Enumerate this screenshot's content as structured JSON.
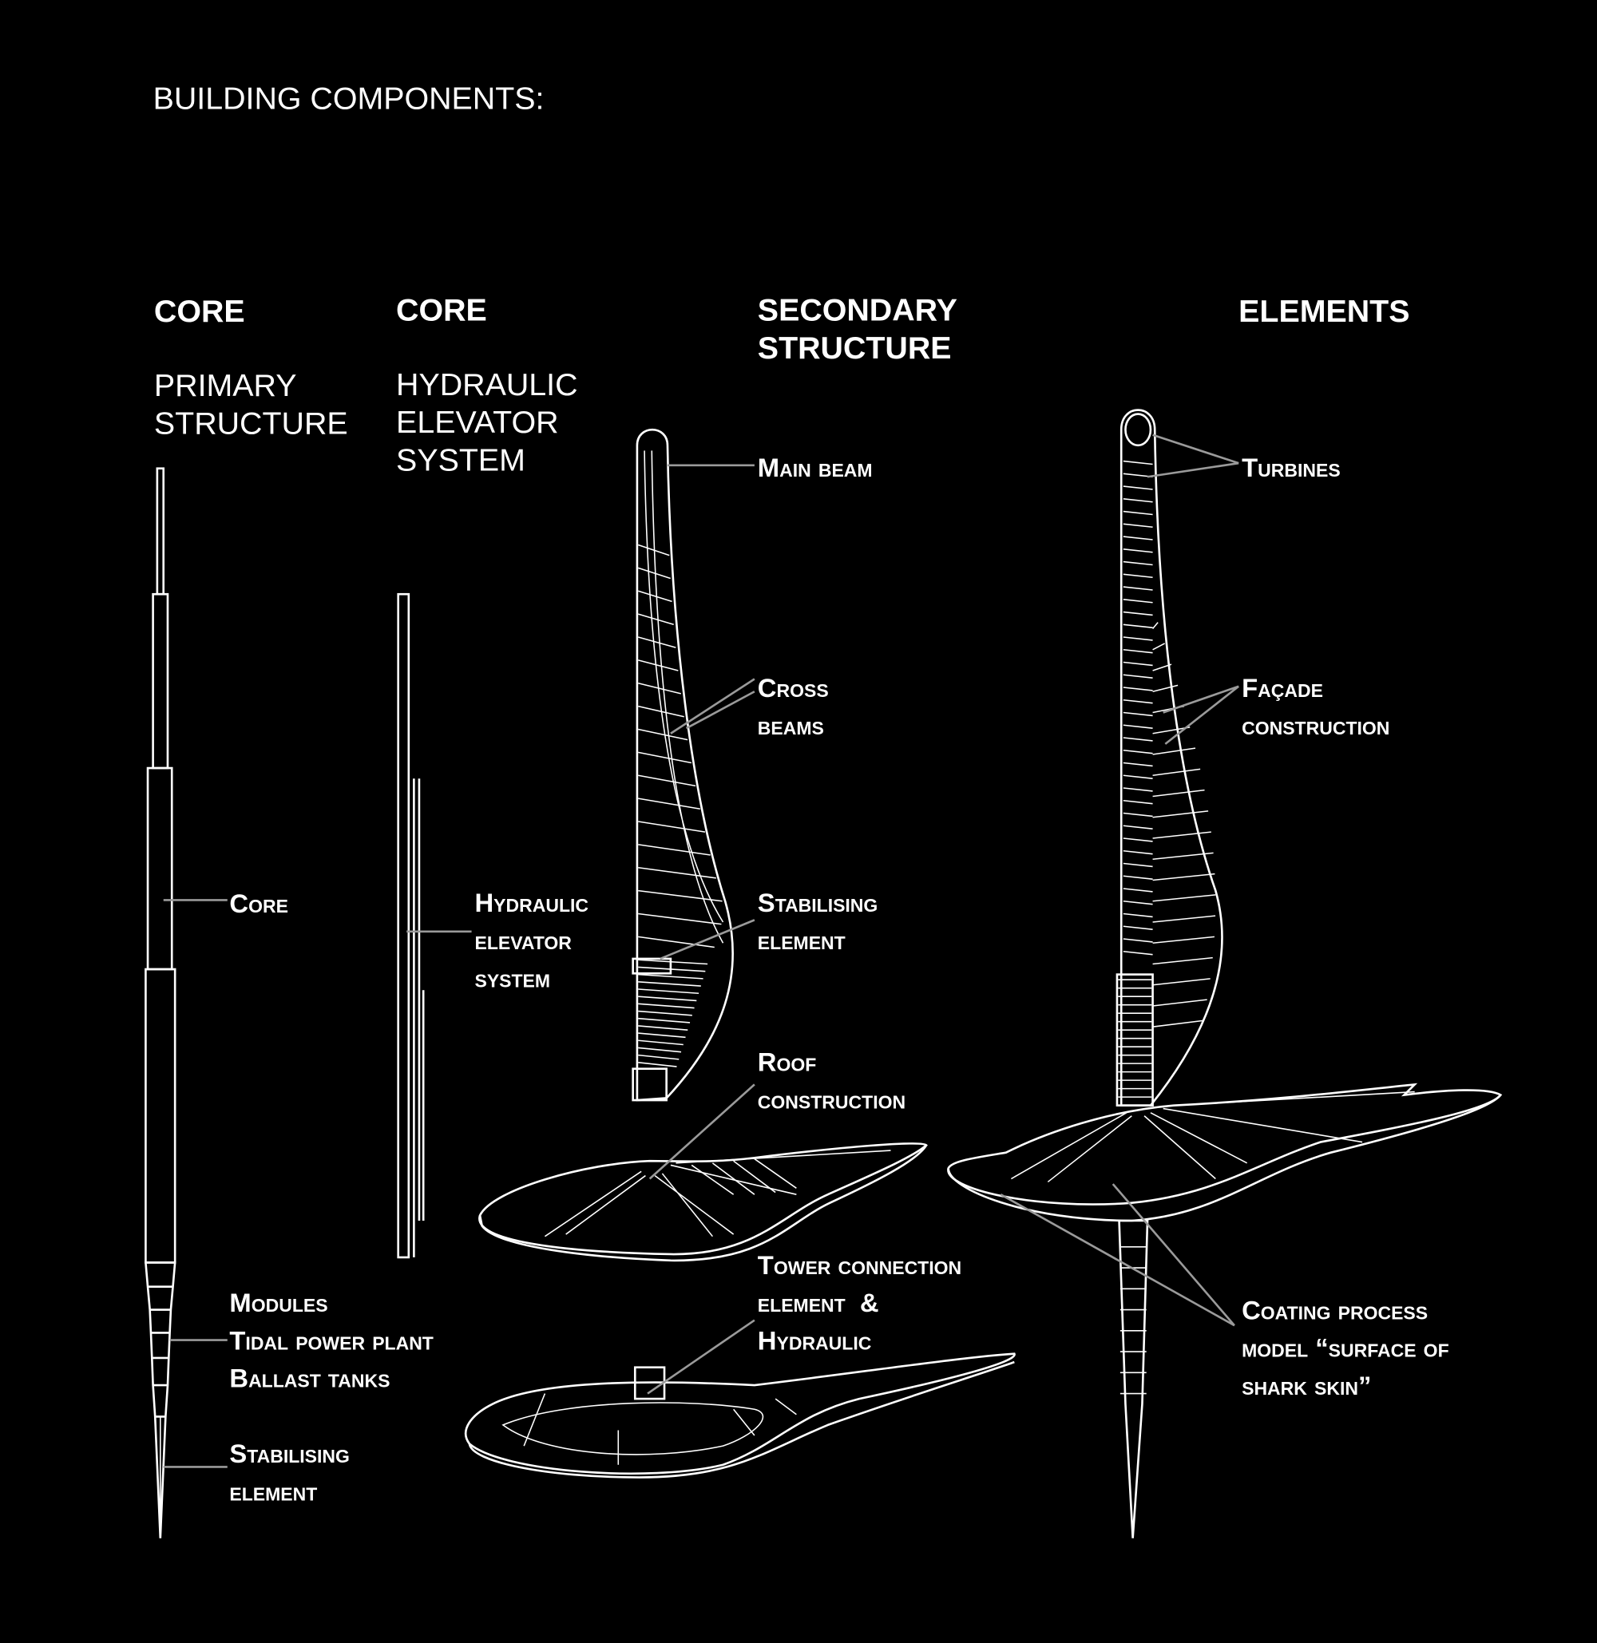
{
  "title": "BUILDING COMPONENTS:",
  "columns": [
    {
      "heading": "CORE",
      "subheading": [
        "PRIMARY",
        "STRUCTURE"
      ]
    },
    {
      "heading": "CORE",
      "subheading": [
        "HYDRAULIC",
        "ELEVATOR",
        "SYSTEM"
      ]
    },
    {
      "heading": [
        "SECONDARY",
        "STRUCTURE"
      ]
    },
    {
      "heading": "ELEMENTS"
    }
  ],
  "labels": {
    "core": "Core",
    "modules": "Modules",
    "tidal": "Tidal power plant",
    "ballast": "Ballast tanks",
    "stab1": [
      "Stabilising",
      "element"
    ],
    "hydraulic": [
      "Hydraulic",
      "elevator",
      "system"
    ],
    "main_beam": "Main beam",
    "cross_beams": [
      "Cross",
      "beams"
    ],
    "stab2": [
      "Stabilising",
      "element"
    ],
    "roof": [
      "Roof",
      "construction"
    ],
    "tower": [
      "Tower connection",
      "element  &",
      "Hydraulic"
    ],
    "turbines": "Turbines",
    "facade": [
      "Façade",
      "construction"
    ],
    "coating": [
      "Coating process",
      "model “surface of",
      "shark skin”"
    ]
  }
}
